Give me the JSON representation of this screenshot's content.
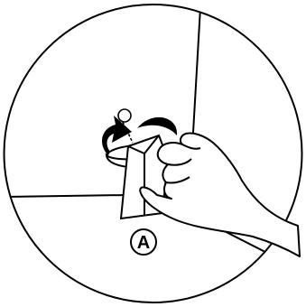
{
  "figure": {
    "callout": "A",
    "colors": {
      "stroke": "#000000",
      "background": "#ffffff"
    },
    "icons": [
      "circular-frame",
      "wall-corner-lines",
      "hinge-pin",
      "curved-arrow",
      "bracket-plate",
      "hand"
    ]
  }
}
